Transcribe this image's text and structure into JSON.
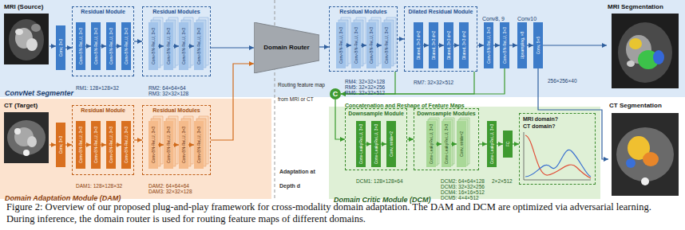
{
  "diagram": {
    "caption": "Figure 2: Overview of our proposed plug-and-play framework for cross-modality domain adaptation. The DAM and DCM are optimized via adversarial learning. During inference, the domain router is used for routing feature maps of different domains.",
    "nodes": [
      {
        "text": [
          "ConvNet Segmenter"
        ]
      },
      {
        "text": [
          "MRI (Source)"
        ],
        "in": 0
      },
      {
        "text": [
          "Conv, 3×3"
        ],
        "in": 0
      },
      {
        "text": [
          "Residual Module"
        ],
        "in": 0
      },
      {
        "text": [
          "Conv-BN-ReLU, 3×3"
        ],
        "in": 3
      },
      {
        "text": [
          "Conv-BN-ReLU, 3×3"
        ],
        "in": 3
      },
      {
        "text": [
          "Conv-BN-ReLU, 3×3"
        ],
        "in": 3
      },
      {
        "text": [
          "Conv-BN-ReLU, 3×3"
        ],
        "in": 3
      },
      {
        "text": [
          "Residual Modules"
        ],
        "in": 0
      },
      {
        "text": [
          "Conv-BN-ReLU, 3×3"
        ],
        "in": 8
      },
      {
        "text": [
          "Conv-BN-ReLU, 3×3"
        ],
        "in": 8
      },
      {
        "text": [
          "Conv-BN-ReLU, 3×3"
        ],
        "in": 8
      },
      {
        "text": [
          "Conv-BN-ReLU, 3×3"
        ],
        "in": 8
      },
      {
        "text": [
          "Residual Modules"
        ],
        "in": 0
      },
      {
        "text": [
          "Conv-BN-ReLU, 3×3"
        ],
        "in": 13
      },
      {
        "text": [
          "Conv-BN-ReLU, 3×3"
        ],
        "in": 13
      },
      {
        "text": [
          "Conv-BN-ReLU, 3×3"
        ],
        "in": 13
      },
      {
        "text": [
          "Conv-BN-ReLU, 3×3"
        ],
        "in": 13
      },
      {
        "text": [
          "Dilated Residual Module"
        ],
        "in": 0
      },
      {
        "text": [
          "Dilated, 3×3 d=2"
        ],
        "in": 18
      },
      {
        "text": [
          "Dilated, 3×3 d=2"
        ],
        "in": 18
      },
      {
        "text": [
          "Dilated, 3×3 d=2"
        ],
        "in": 18
      },
      {
        "text": [
          "Dilated, 3×3 d=2"
        ],
        "in": 18
      },
      {
        "text": [
          "Conv-BN-ReLU, 3×3"
        ],
        "in": 0
      },
      {
        "text": [
          "Conv-BN-ReLU, 3×3"
        ],
        "in": 0
      },
      {
        "text": [
          "Upsampling, ×8"
        ],
        "in": 0
      },
      {
        "text": [
          "Conv, 5×5"
        ],
        "in": 0
      },
      {
        "text": [
          "MRI Segmentation"
        ],
        "in": 0
      },
      {
        "text": [
          "Domain Router"
        ]
      },
      {
        "text": [
          "C"
        ]
      },
      {
        "text": [
          "Domain Adaptation Module (DAM)"
        ]
      },
      {
        "text": [
          "CT (Target)"
        ],
        "in": 30
      },
      {
        "text": [
          "Conv, 3×3"
        ],
        "in": 30
      },
      {
        "text": [
          "Residual Module"
        ],
        "in": 30
      },
      {
        "text": [
          "Conv-BN-ReLU, 3×3"
        ],
        "in": 33
      },
      {
        "text": [
          "Conv-BN-ReLU, 3×3"
        ],
        "in": 33
      },
      {
        "text": [
          "Conv-BN-ReLU, 3×3"
        ],
        "in": 33
      },
      {
        "text": [
          "Conv-BN-ReLU, 3×3"
        ],
        "in": 33
      },
      {
        "text": [
          "Residual Modules"
        ],
        "in": 30
      },
      {
        "text": [
          "Conv-BN-ReLU, 3×3"
        ],
        "in": 38
      },
      {
        "text": [
          "Conv-BN-ReLU, 3×3"
        ],
        "in": 38
      },
      {
        "text": [
          "Conv-BN-ReLU, 3×3"
        ],
        "in": 38
      },
      {
        "text": [
          "Conv-BN-ReLU, 3×3"
        ],
        "in": 38
      },
      {
        "text": [
          "Domain Critic Module (DCM)"
        ]
      },
      {
        "text": [
          "Downsample Module"
        ],
        "in": 43
      },
      {
        "text": [
          "Conv-LeakyReLU, 3×3"
        ],
        "in": 44
      },
      {
        "text": [
          "Conv-LeakyReLU, 3×3"
        ],
        "in": 44
      },
      {
        "text": [
          "Conv, stride=2"
        ],
        "in": 44
      },
      {
        "text": [
          "Downsample Modules"
        ],
        "in": 43
      },
      {
        "text": [
          "Conv-LeakyReLU, 3×3"
        ],
        "in": 48
      },
      {
        "text": [
          "Conv-LeakyReLU, 3×3"
        ],
        "in": 48
      },
      {
        "text": [
          "Conv, stride=2"
        ],
        "in": 48
      },
      {
        "text": [
          "Conv-LeakyReLU, 3×3"
        ],
        "in": 43
      },
      {
        "text": [
          "FC"
        ],
        "in": 43
      },
      {
        "text": [
          "MRI domain?",
          "CT domain?"
        ],
        "in": 43
      },
      {
        "text": [
          "CT Segmentation"
        ]
      }
    ],
    "edges": [
      {
        "from": 1,
        "to": 2,
        "arrow": "to"
      },
      {
        "from": 2,
        "to": 3,
        "arrow": "to"
      },
      {
        "from": 4,
        "to": 5,
        "arrow": "to"
      },
      {
        "from": 5,
        "to": 6,
        "arrow": "to"
      },
      {
        "from": 6,
        "to": 7,
        "arrow": "to"
      },
      {
        "from": 3,
        "to": 8,
        "arrow": "to"
      },
      {
        "from": 9,
        "to": 10,
        "arrow": "to"
      },
      {
        "from": 10,
        "to": 11,
        "arrow": "to"
      },
      {
        "from": 11,
        "to": 12,
        "arrow": "to"
      },
      {
        "from": 8,
        "to": 28,
        "arrow": "to"
      },
      {
        "from": 28,
        "to": 13,
        "arrow": "to"
      },
      {
        "from": 14,
        "to": 15,
        "arrow": "to"
      },
      {
        "from": 15,
        "to": 16,
        "arrow": "to"
      },
      {
        "from": 16,
        "to": 17,
        "arrow": "to"
      },
      {
        "from": 13,
        "to": 18,
        "arrow": "to"
      },
      {
        "from": 19,
        "to": 20,
        "arrow": "to"
      },
      {
        "from": 20,
        "to": 21,
        "arrow": "to"
      },
      {
        "from": 21,
        "to": 22,
        "arrow": "to"
      },
      {
        "from": 18,
        "to": 23,
        "arrow": "to"
      },
      {
        "from": 23,
        "to": 24,
        "arrow": "to"
      },
      {
        "from": 24,
        "to": 25,
        "arrow": "to"
      },
      {
        "from": 25,
        "to": 26,
        "arrow": "to"
      },
      {
        "from": 26,
        "to": 27,
        "arrow": "to"
      },
      {
        "from": 13,
        "to": 29,
        "arrow": "to"
      },
      {
        "from": 18,
        "to": 29,
        "arrow": "to"
      },
      {
        "from": 24,
        "to": 29,
        "arrow": "to"
      },
      {
        "from": 29,
        "to": 44,
        "arrow": "to"
      },
      {
        "from": 26,
        "to": 55,
        "arrow": "to"
      },
      {
        "from": 31,
        "to": 32,
        "arrow": "to"
      },
      {
        "from": 32,
        "to": 33,
        "arrow": "to"
      },
      {
        "from": 34,
        "to": 35,
        "arrow": "to"
      },
      {
        "from": 35,
        "to": 36,
        "arrow": "to"
      },
      {
        "from": 36,
        "to": 37,
        "arrow": "to"
      },
      {
        "from": 33,
        "to": 38,
        "arrow": "to"
      },
      {
        "from": 39,
        "to": 40,
        "arrow": "to"
      },
      {
        "from": 40,
        "to": 41,
        "arrow": "to"
      },
      {
        "from": 41,
        "to": 42,
        "arrow": "to"
      },
      {
        "from": 38,
        "to": 28,
        "arrow": "to"
      },
      {
        "from": 45,
        "to": 46,
        "arrow": "to"
      },
      {
        "from": 46,
        "to": 47,
        "arrow": "to"
      },
      {
        "from": 44,
        "to": 48,
        "arrow": "to"
      },
      {
        "from": 49,
        "to": 50,
        "arrow": "to"
      },
      {
        "from": 50,
        "to": 51,
        "arrow": "to"
      },
      {
        "from": 48,
        "to": 52,
        "arrow": "to"
      },
      {
        "from": 52,
        "to": 53,
        "arrow": "to"
      },
      {
        "from": 53,
        "to": 54,
        "arrow": "to"
      }
    ],
    "labels": [
      "RM1: 128×128×32",
      "RM2: 64×64×64",
      "RM3: 32×32×128",
      "RM4: 32×32×128",
      "RM5: 32×32×256",
      "RM6: 32×32×512",
      "RM7: 32×32×512",
      "Conv8, 9",
      "Conv10",
      "256×256×40",
      "Routing feature map from MRI or CT",
      "Concatenation and Reshape of Feature Maps",
      "Adaptation at Depth d",
      "DAM1: 128×128×32",
      "DAM2: 64×64×64",
      "DAM3: 32×32×128",
      "DCM1: 128×128×64",
      "DCM2: 64×64×128",
      "DCM3: 32×32×256",
      "DCM4: 16×16×512",
      "DCM5: 4×4×512",
      "2×2×512"
    ]
  }
}
